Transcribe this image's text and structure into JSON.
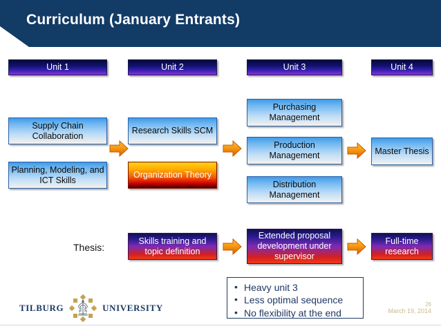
{
  "header": {
    "title": "Curriculum (January Entrants)",
    "bg_color": "#123b66",
    "text_color": "#ffffff"
  },
  "units": [
    {
      "label": "Unit 1"
    },
    {
      "label": "Unit 2"
    },
    {
      "label": "Unit 3"
    },
    {
      "label": "Unit 4"
    }
  ],
  "courses": {
    "unit1": [
      {
        "label": "Supply Chain Collaboration",
        "style": "blue"
      },
      {
        "label": "Planning, Modeling, and ICT Skills",
        "style": "blue"
      }
    ],
    "unit2": [
      {
        "label": "Research Skills SCM",
        "style": "blue"
      },
      {
        "label": "Organization Theory",
        "style": "fire"
      }
    ],
    "unit3": [
      {
        "label": "Purchasing Management",
        "style": "blue"
      },
      {
        "label": "Production Management",
        "style": "blue"
      },
      {
        "label": "Distribution Management",
        "style": "blue"
      }
    ],
    "unit4": [
      {
        "label": "Master Thesis",
        "style": "blue"
      }
    ]
  },
  "thesis_row": {
    "label": "Thesis:",
    "steps": [
      {
        "label": "Skills training and topic definition"
      },
      {
        "label": "Extended proposal development under supervisor"
      },
      {
        "label": "Full-time research"
      }
    ]
  },
  "callout": {
    "bullets": [
      "Heavy unit 3",
      "Less optimal sequence",
      "No flexibility at the end"
    ],
    "border_color": "#1f3864",
    "text_color": "#1f3864"
  },
  "logo": {
    "word_left": "TILBURG",
    "word_right": "UNIVERSITY",
    "mark_color": "#c4a250",
    "text_color": "#1b3a66"
  },
  "footer": {
    "slide_number": "26",
    "date": "March 19, 2014",
    "text_color": "#c9b98a"
  },
  "colors": {
    "arrow_light": "#ffc13a",
    "arrow_mid": "#f59a12",
    "arrow_dark": "#e05a00",
    "unit_top": "#060a3a",
    "unit_bottom": "#8833dd"
  }
}
